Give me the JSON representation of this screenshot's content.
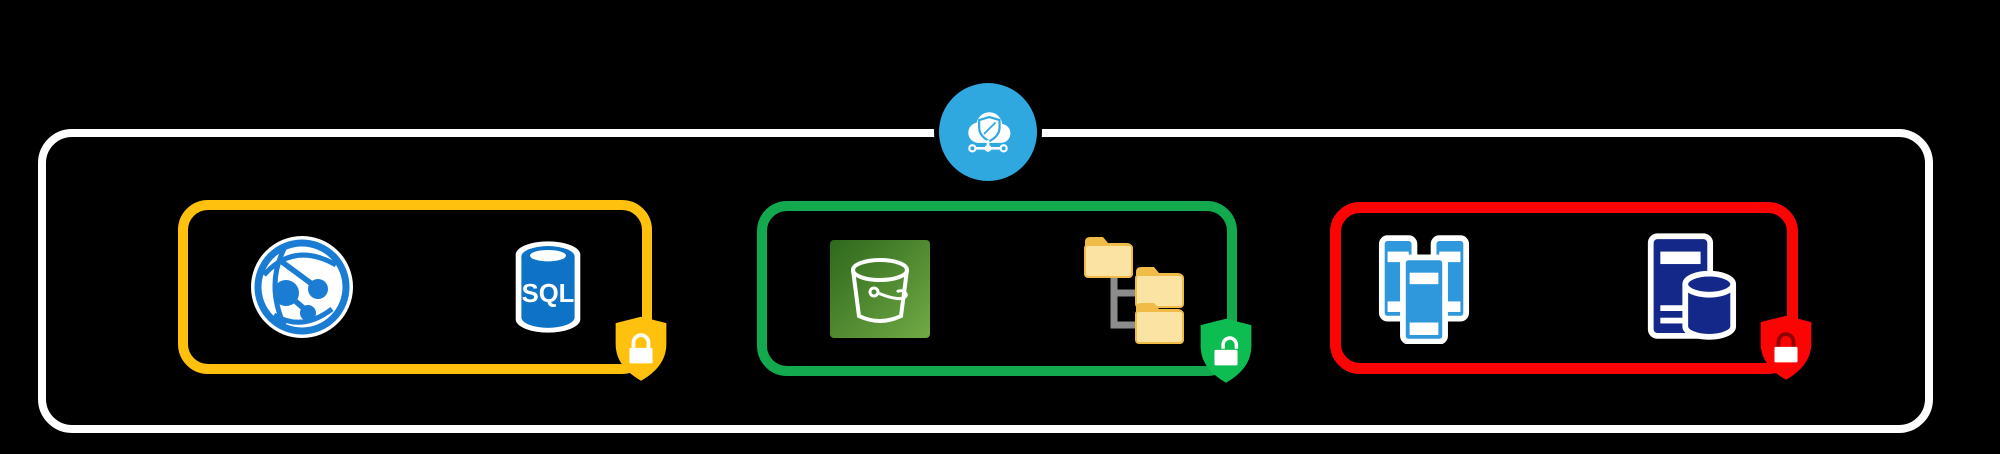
{
  "theme": {
    "background": "#000000",
    "boundary_white": "#FFFFFF",
    "cloud_blue": "#2FA8DF",
    "zone_yellow": "#FFC10D",
    "zone_green": "#13A94E",
    "zone_red": "#FB0404",
    "shield_green": "#0EBD52",
    "globe_blue": "#1B7CD4",
    "sql_blue": "#0E72C6",
    "device_blue": "#2F97DB",
    "server_navy": "#14288A",
    "bucket_green_dark": "#2E681C",
    "bucket_green_light": "#71AA45",
    "folder_tab": "#F0BC47",
    "folder_body": "#FBE3A4",
    "connector_gray": "#8C8C8C",
    "lock_shackle_red": "#8F0000"
  },
  "boundary": {
    "badge": {
      "icon": "cloud-shield-network-icon"
    }
  },
  "zones": [
    {
      "name": "web-zone",
      "border_color_key": "zone_yellow",
      "icons": [
        {
          "name": "web-app-globe-icon"
        },
        {
          "name": "sql-database-icon",
          "label": "SQL"
        }
      ],
      "shield": {
        "name": "shield-lock-icon",
        "lock_state": "locked"
      }
    },
    {
      "name": "storage-zone",
      "border_color_key": "zone_green",
      "icons": [
        {
          "name": "s3-bucket-icon"
        },
        {
          "name": "folder-tree-icon"
        }
      ],
      "shield": {
        "name": "shield-lock-icon",
        "lock_state": "unlocked"
      }
    },
    {
      "name": "compute-zone",
      "border_color_key": "zone_red",
      "icons": [
        {
          "name": "device-fleet-icon"
        },
        {
          "name": "server-database-icon"
        }
      ],
      "shield": {
        "name": "shield-lock-icon",
        "lock_state": "locked"
      }
    }
  ]
}
